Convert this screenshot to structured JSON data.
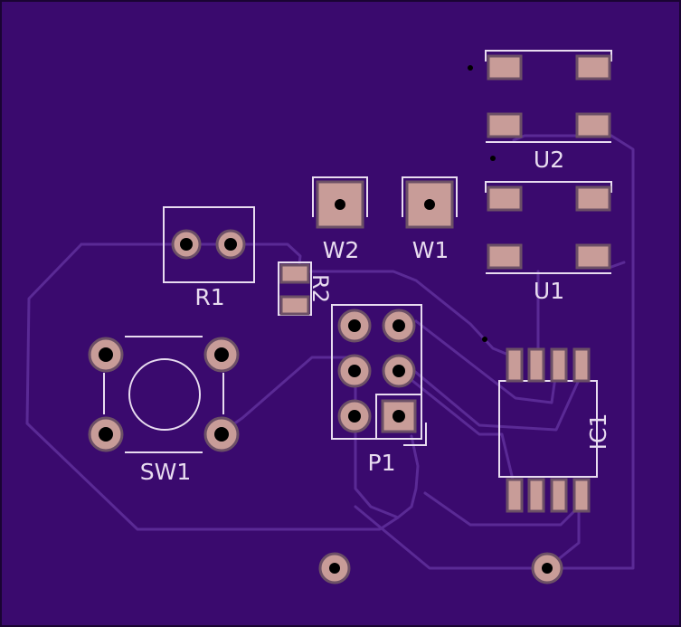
{
  "board": {
    "colors": {
      "substrate": "#3a0a6e",
      "outline": "#1a0433",
      "trace": "#5a2a95",
      "silkscreen": "#e8dcf0",
      "pad": "#c89c98",
      "pad_edge": "#6c5066",
      "drill": "#000000"
    }
  },
  "labels": {
    "u2": "U2",
    "u1": "U1",
    "w2": "W2",
    "w1": "W1",
    "r1": "R1",
    "r2": "R2",
    "sw1": "SW1",
    "p1": "P1",
    "ic1": "IC1"
  }
}
